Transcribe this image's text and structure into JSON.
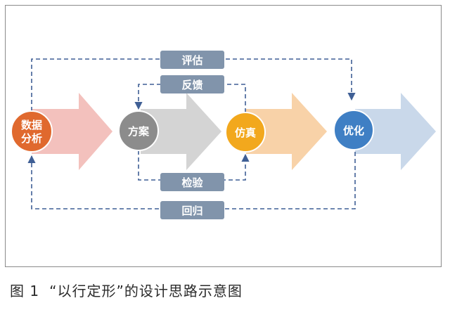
{
  "nodes": {
    "analysis": {
      "line1": "数据",
      "line2": "分析",
      "color": "#e0692e"
    },
    "plan": {
      "label": "方案",
      "color": "#8c8c8c"
    },
    "simulate": {
      "label": "仿真",
      "color": "#f2a81d"
    },
    "optimize": {
      "label": "优化",
      "color": "#3f7fc4"
    }
  },
  "feedback_boxes": {
    "evaluate": "评估",
    "feedback": "反馈",
    "verify": "检验",
    "return": "回归"
  },
  "colors": {
    "box_fill": "#8194ab",
    "dash_line": "#3f5f95",
    "arrow_red": "#f3c1bd",
    "arrow_gray": "#d4d4d4",
    "arrow_orange": "#f8d2a8",
    "arrow_blue": "#c9d8ea"
  },
  "caption": {
    "figure_no": "图 1",
    "text": "“以行定形”的设计思路示意图"
  }
}
